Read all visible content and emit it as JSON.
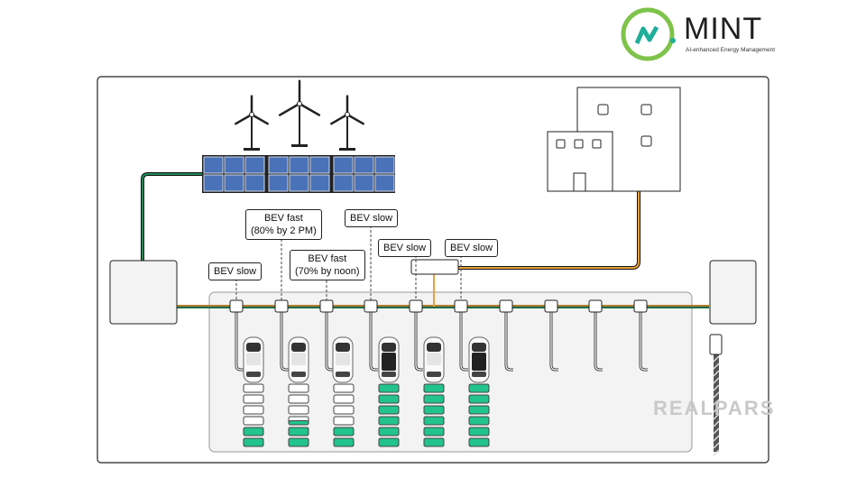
{
  "logo": {
    "name": "MINT",
    "tagline": "AI-enhanced Energy Management"
  },
  "watermark": "REALPARS",
  "labels": [
    {
      "id": "l1",
      "lines": [
        "BEV slow"
      ]
    },
    {
      "id": "l2",
      "lines": [
        "BEV fast",
        "(80% by 2 PM)"
      ]
    },
    {
      "id": "l3",
      "lines": [
        "BEV fast",
        "(70% by noon)"
      ]
    },
    {
      "id": "l4",
      "lines": [
        "BEV slow"
      ]
    },
    {
      "id": "l5",
      "lines": [
        "BEV slow"
      ]
    },
    {
      "id": "l6",
      "lines": [
        "BEV slow"
      ]
    }
  ],
  "battery_levels": [
    {
      "car": 1,
      "filled_of_6": 2
    },
    {
      "car": 2,
      "filled_of_6": 2.5
    },
    {
      "car": 3,
      "filled_of_6": 2
    },
    {
      "car": 4,
      "filled_of_6": 6
    },
    {
      "car": 5,
      "filled_of_6": 6
    },
    {
      "car": 6,
      "filled_of_6": 6
    }
  ],
  "colors": {
    "green_cable": "#1a8a5a",
    "orange_cable": "#e8a23a",
    "charged": "#22c38e",
    "panel": "#4a72b8"
  }
}
